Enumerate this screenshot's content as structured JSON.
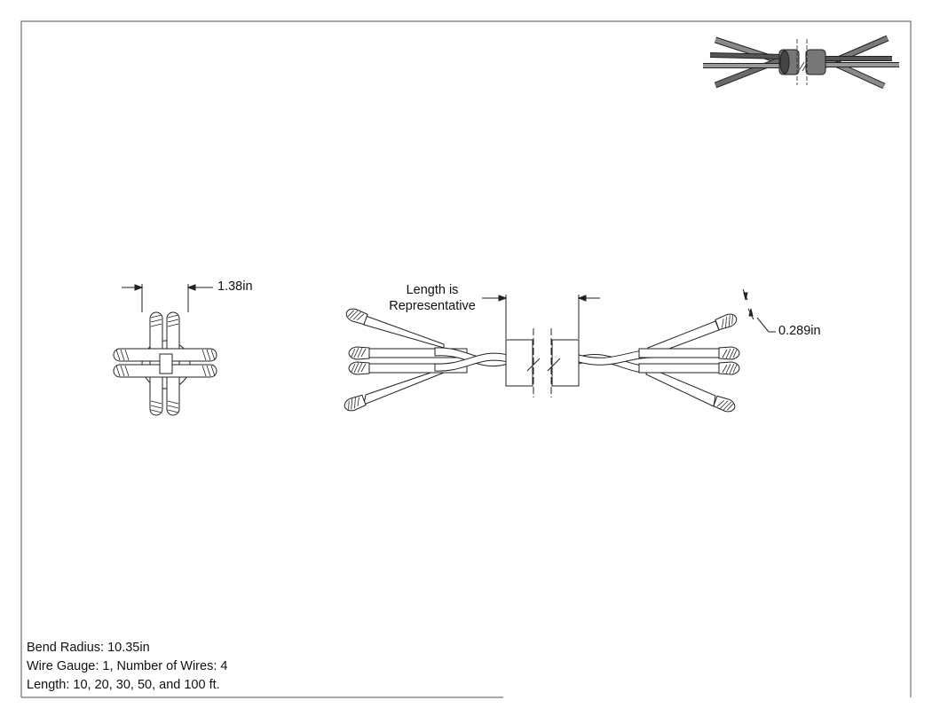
{
  "drawing": {
    "labels": {
      "length_note_line1": "Length is",
      "length_note_line2": "Representative",
      "overall_width": "1.38in",
      "wire_diameter": "0.289in"
    },
    "notes": [
      "Bend Radius: 10.35in",
      "Wire Gauge: 1, Number of Wires: 4",
      "Length: 10, 20, 30, 50, and 100 ft."
    ],
    "colors": {
      "line": "#222222",
      "insulation_shaded": "#8a8a8a",
      "insulation_dark": "#4a4a4a"
    }
  }
}
